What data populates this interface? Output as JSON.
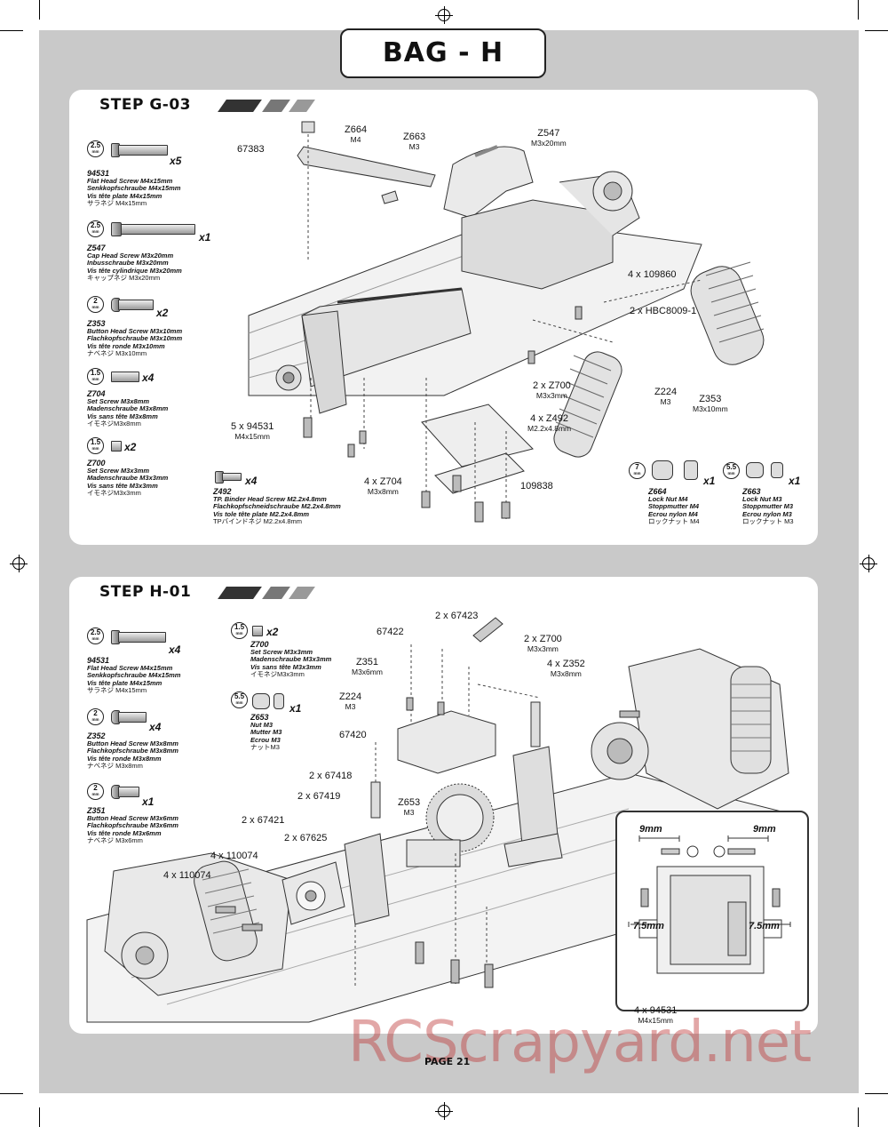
{
  "header": {
    "title": "BAG - H"
  },
  "page": {
    "number_label": "PAGE 21"
  },
  "watermark": "RCScrapyard.net",
  "steps": [
    {
      "title": "STEP G-03",
      "parts": [
        {
          "tool": "2.5",
          "tool_unit": "mm",
          "qty": "x5",
          "code": "94531",
          "lines": [
            "Flat Head Screw M4x15mm",
            "Senkkopfschraube M4x15mm",
            "Vis tête plate M4x15mm"
          ],
          "jp": "サラネジ M4x15mm"
        },
        {
          "tool": "2.5",
          "tool_unit": "mm",
          "qty": "x1",
          "code": "Z547",
          "lines": [
            "Cap Head Screw M3x20mm",
            "Inbusschraube M3x20mm",
            "Vis tête cylindrique M3x20mm"
          ],
          "jp": "キャップネジ M3x20mm"
        },
        {
          "tool": "2",
          "tool_unit": "mm",
          "qty": "x2",
          "code": "Z353",
          "lines": [
            "Button Head Screw M3x10mm",
            "Flachkopfschraube M3x10mm",
            "Vis tête ronde M3x10mm"
          ],
          "jp": "ナベネジ M3x10mm"
        },
        {
          "tool": "1.5",
          "tool_unit": "mm",
          "qty": "x4",
          "code": "Z704",
          "lines": [
            "Set Screw M3x8mm",
            "Madenschraube M3x8mm",
            "Vis sans tête M3x8mm"
          ],
          "jp": "イモネジM3x8mm"
        },
        {
          "tool": "1.5",
          "tool_unit": "mm",
          "qty": "x2",
          "code": "Z700",
          "lines": [
            "Set Screw M3x3mm",
            "Madenschraube M3x3mm",
            "Vis sans tête M3x3mm"
          ],
          "jp": "イモネジM3x3mm"
        }
      ],
      "extra_part": {
        "qty": "x4",
        "code": "Z492",
        "lines": [
          "TP. Binder Head Screw M2.2x4.8mm",
          "Flachkopfschneidschraube M2.2x4.8mm",
          "Vis tole tête plate M2.2x4.8mm"
        ],
        "jp": "TPバインドネジ M2.2x4.8mm"
      },
      "nuts": [
        {
          "tool": "7",
          "tool_unit": "mm",
          "qty": "x1",
          "code": "Z664",
          "lines": [
            "Lock Nut M4",
            "Stoppmutter M4",
            "Ecrou nylon M4"
          ],
          "jp": "ロックナット M4"
        },
        {
          "tool": "5.5",
          "tool_unit": "mm",
          "qty": "x1",
          "code": "Z663",
          "lines": [
            "Lock Nut M3",
            "Stoppmutter M3",
            "Ecrou nylon M3"
          ],
          "jp": "ロックナット M3"
        }
      ],
      "callouts": [
        {
          "main": "Z664",
          "sub": "M4"
        },
        {
          "main": "67383",
          "sub": ""
        },
        {
          "main": "Z663",
          "sub": "M3"
        },
        {
          "main": "Z547",
          "sub": "M3x20mm"
        },
        {
          "main": "4 x 109860",
          "sub": ""
        },
        {
          "main": "2 x HBC8009-1",
          "sub": ""
        },
        {
          "main": "2 x Z700",
          "sub": "M3x3mm"
        },
        {
          "main": "4 x Z492",
          "sub": "M2.2x4.8mm"
        },
        {
          "main": "Z224",
          "sub": "M3"
        },
        {
          "main": "Z353",
          "sub": "M3x10mm"
        },
        {
          "main": "5 x 94531",
          "sub": "M4x15mm"
        },
        {
          "main": "4 x Z704",
          "sub": "M3x8mm"
        },
        {
          "main": "109838",
          "sub": ""
        }
      ]
    },
    {
      "title": "STEP H-01",
      "parts": [
        {
          "tool": "2.5",
          "tool_unit": "mm",
          "qty": "x4",
          "code": "94531",
          "lines": [
            "Flat Head Screw M4x15mm",
            "Senkkopfschraube M4x15mm",
            "Vis tête plate M4x15mm"
          ],
          "jp": "サラネジ M4x15mm"
        },
        {
          "tool": "2",
          "tool_unit": "mm",
          "qty": "x4",
          "code": "Z352",
          "lines": [
            "Button Head Screw M3x8mm",
            "Flachkopfschraube M3x8mm",
            "Vis tête ronde M3x8mm"
          ],
          "jp": "ナベネジ M3x8mm"
        },
        {
          "tool": "2",
          "tool_unit": "mm",
          "qty": "x1",
          "code": "Z351",
          "lines": [
            "Button Head Screw M3x6mm",
            "Flachkopfschraube M3x6mm",
            "Vis tête ronde M3x6mm"
          ],
          "jp": "ナベネジ M3x6mm"
        }
      ],
      "parts_col2": [
        {
          "tool": "1.5",
          "tool_unit": "mm",
          "qty": "x2",
          "code": "Z700",
          "lines": [
            "Set Screw M3x3mm",
            "Madenschraube M3x3mm",
            "Vis sans tête M3x3mm"
          ],
          "jp": "イモネジM3x3mm"
        },
        {
          "tool": "5.5",
          "tool_unit": "mm",
          "qty": "x1",
          "code": "Z653",
          "lines": [
            "Nut M3",
            "Mutter M3",
            "Ecrou M3"
          ],
          "jp": "ナットM3"
        }
      ],
      "callouts": [
        {
          "main": "2 x 67423",
          "sub": ""
        },
        {
          "main": "67422",
          "sub": ""
        },
        {
          "main": "2 x Z700",
          "sub": "M3x3mm"
        },
        {
          "main": "Z351",
          "sub": "M3x6mm"
        },
        {
          "main": "4 x Z352",
          "sub": "M3x8mm"
        },
        {
          "main": "Z224",
          "sub": "M3"
        },
        {
          "main": "67420",
          "sub": ""
        },
        {
          "main": "2 x 67418",
          "sub": ""
        },
        {
          "main": "Z653",
          "sub": "M3"
        },
        {
          "main": "2 x 67419",
          "sub": ""
        },
        {
          "main": "2 x 67421",
          "sub": ""
        },
        {
          "main": "2 x 67625",
          "sub": ""
        },
        {
          "main": "4 x 110074",
          "sub": ""
        },
        {
          "main": "4 x 110074",
          "sub": ""
        },
        {
          "main": "4 x 94531",
          "sub": "M4x15mm"
        }
      ],
      "inset": {
        "dim_top_left": "9mm",
        "dim_top_right": "9mm",
        "dim_bottom_left": "7.5mm",
        "dim_bottom_right": "7.5mm"
      }
    }
  ]
}
